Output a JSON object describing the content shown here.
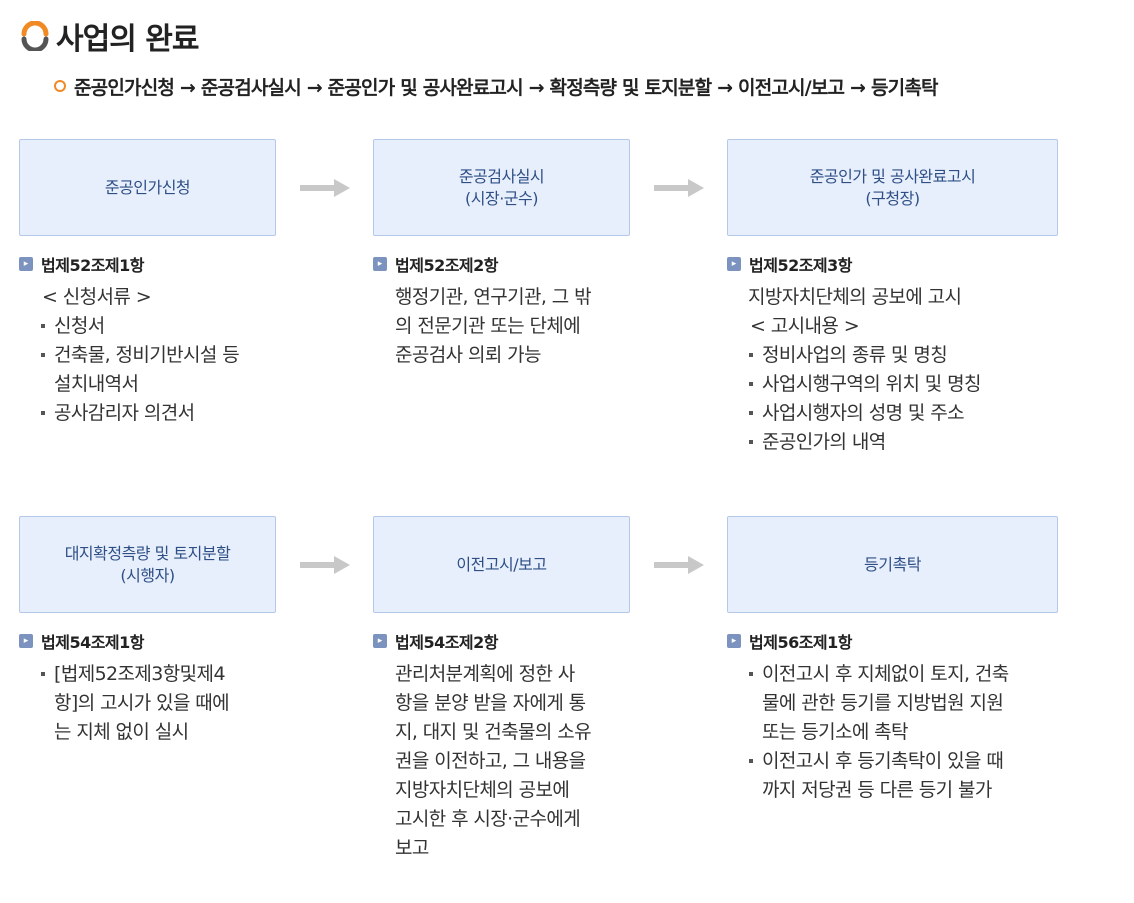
{
  "header": {
    "title": "사업의 완료",
    "flow_summary": "준공인가신청 → 준공검사실시 → 준공인가 및 공사완료고시 → 확정측량 및 토지분할 → 이전고시/보고 → 등기촉탁"
  },
  "colors": {
    "accent_orange": "#f08a24",
    "box_fill": "#e8effc",
    "box_border": "#b6c8ea",
    "box_text": "#2e4f86",
    "arrow": "#c8c8c8",
    "law_icon": "#7b93be"
  },
  "steps": [
    {
      "box_lines": [
        "준공인가신청"
      ],
      "law": "법제52조제1항",
      "desc": [
        {
          "text": "< 신청서류 >",
          "kind": "lead"
        },
        {
          "text": "신청서",
          "kind": "bullet"
        },
        {
          "text": "건축물, 정비기반시설 등",
          "kind": "bullet"
        },
        {
          "text": "설치내역서",
          "kind": "cont"
        },
        {
          "text": "공사감리자 의견서",
          "kind": "bullet"
        }
      ]
    },
    {
      "box_lines": [
        "준공검사실시",
        "(시장·군수)"
      ],
      "law": "법제52조제2항",
      "desc": [
        {
          "text": "행정기관, 연구기관, 그 밖",
          "kind": "plain"
        },
        {
          "text": "의 전문기관 또는 단체에",
          "kind": "plain"
        },
        {
          "text": "준공검사 의뢰 가능",
          "kind": "plain"
        }
      ]
    },
    {
      "box_lines": [
        "준공인가 및 공사완료고시",
        "(구청장)"
      ],
      "law": "법제52조제3항",
      "desc": [
        {
          "text": "지방자치단체의 공보에 고시",
          "kind": "plain"
        },
        {
          "text": "< 고시내용 >",
          "kind": "lead"
        },
        {
          "text": "정비사업의 종류 및 명칭",
          "kind": "bullet"
        },
        {
          "text": "사업시행구역의 위치 및 명칭",
          "kind": "bullet"
        },
        {
          "text": "사업시행자의 성명 및 주소",
          "kind": "bullet"
        },
        {
          "text": "준공인가의 내역",
          "kind": "bullet"
        }
      ]
    },
    {
      "box_lines": [
        "대지확정측량 및 토지분할",
        "(시행자)"
      ],
      "law": "법제54조제1항",
      "desc": [
        {
          "text": "[법제52조제3항및제4",
          "kind": "bullet"
        },
        {
          "text": "항]의 고시가 있을 때에",
          "kind": "cont"
        },
        {
          "text": "는 지체 없이 실시",
          "kind": "cont"
        }
      ]
    },
    {
      "box_lines": [
        "이전고시/보고"
      ],
      "law": "법제54조제2항",
      "desc": [
        {
          "text": "관리처분계획에 정한 사",
          "kind": "plain"
        },
        {
          "text": "항을 분양 받을 자에게 통",
          "kind": "plain"
        },
        {
          "text": "지, 대지 및 건축물의 소유",
          "kind": "plain"
        },
        {
          "text": "권을 이전하고, 그 내용을",
          "kind": "plain"
        },
        {
          "text": "지방자치단체의 공보에",
          "kind": "plain"
        },
        {
          "text": "고시한 후 시장·군수에게",
          "kind": "plain"
        },
        {
          "text": "보고",
          "kind": "plain"
        }
      ]
    },
    {
      "box_lines": [
        "등기촉탁"
      ],
      "law": "법제56조제1항",
      "desc": [
        {
          "text": "이전고시 후 지체없이 토지, 건축",
          "kind": "bullet"
        },
        {
          "text": "물에 관한 등기를 지방법원 지원",
          "kind": "cont"
        },
        {
          "text": "또는 등기소에 촉탁",
          "kind": "cont"
        },
        {
          "text": "이전고시 후 등기촉탁이 있을 때",
          "kind": "bullet"
        },
        {
          "text": "까지 저당권 등 다른 등기 불가",
          "kind": "cont"
        }
      ]
    }
  ]
}
